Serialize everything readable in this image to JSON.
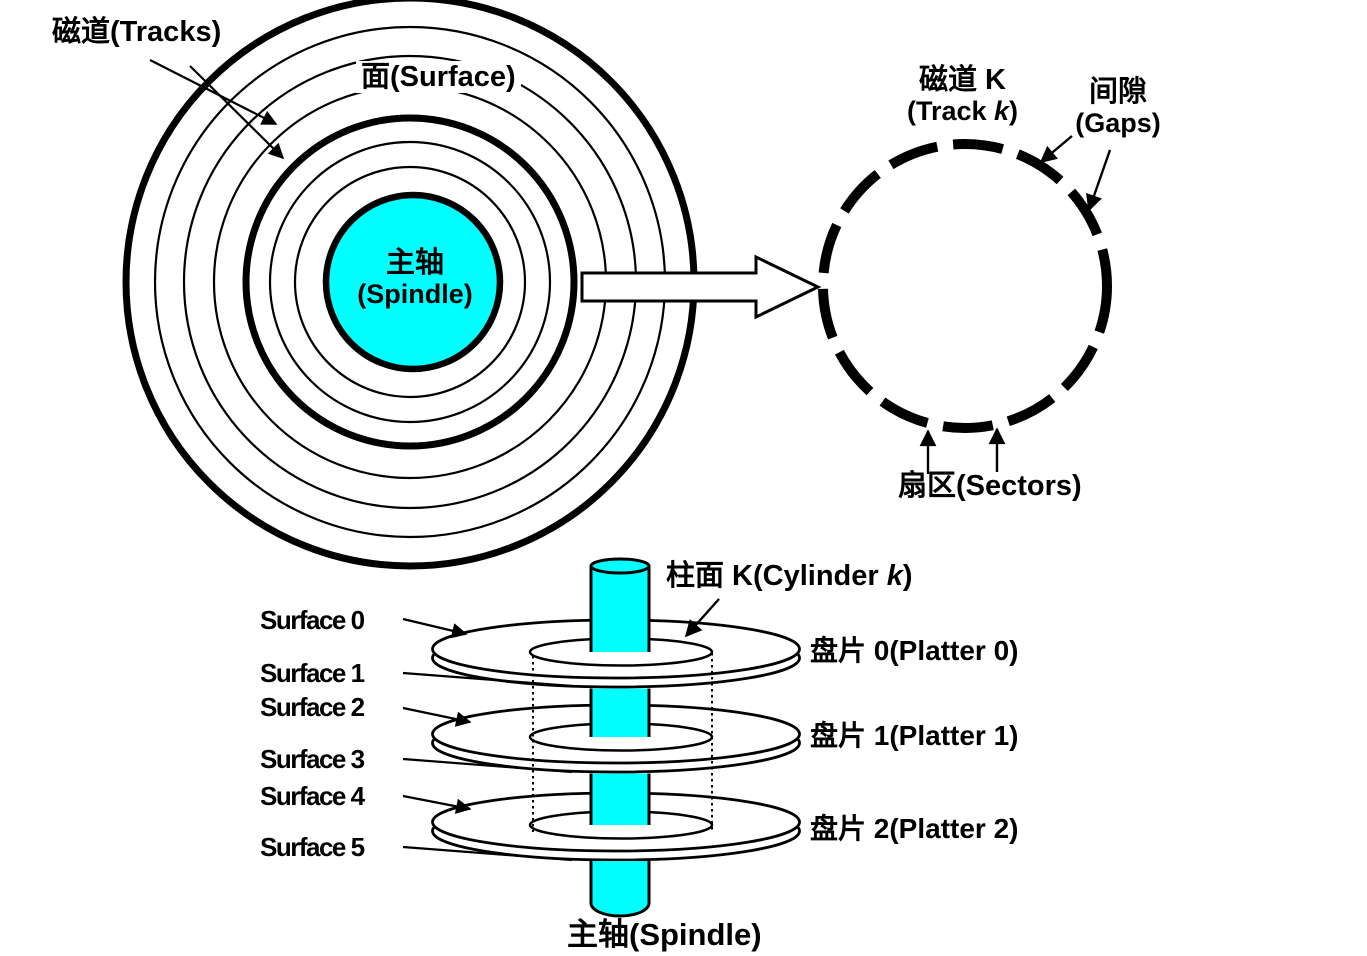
{
  "colors": {
    "spindle": "#00FFFF",
    "ink": "#000000",
    "background": "#FFFFFF"
  },
  "top_view": {
    "tracks_label": "磁道(Tracks)",
    "surface_label": "面(Surface)",
    "spindle_cn": "主轴",
    "spindle_en": "(Spindle)"
  },
  "track_view": {
    "track_cn": "磁道 K",
    "track_en_pre": "(Track ",
    "track_en_k": "k",
    "track_en_post": ")",
    "gaps_cn": "间隙",
    "gaps_en": "(Gaps)",
    "sectors_label": "扇区(Sectors)"
  },
  "cylinder_view": {
    "cylinder_pre": "柱面 K(Cylinder ",
    "cylinder_k": "k",
    "cylinder_post": ")",
    "surfaces": [
      "Surface 0",
      "Surface 1",
      "Surface 2",
      "Surface 3",
      "Surface 4",
      "Surface 5"
    ],
    "platters": [
      "盘片 0(Platter 0)",
      "盘片 1(Platter 1)",
      "盘片 2(Platter 2)"
    ],
    "spindle_label": "主轴(Spindle)"
  }
}
